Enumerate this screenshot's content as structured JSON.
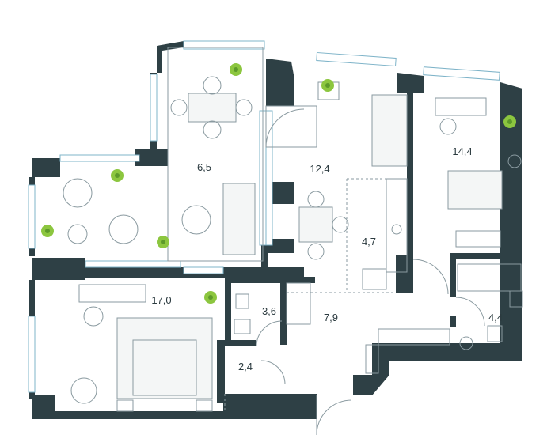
{
  "rooms": [
    {
      "id": "terrace",
      "area": "6,5"
    },
    {
      "id": "living",
      "area": "12,4"
    },
    {
      "id": "bedroom-right",
      "area": "14,4"
    },
    {
      "id": "kitchen",
      "area": "4,7"
    },
    {
      "id": "bedroom-main",
      "area": "17,0"
    },
    {
      "id": "bath-small",
      "area": "3,6"
    },
    {
      "id": "hall",
      "area": "7,9"
    },
    {
      "id": "bath-right",
      "area": "4,4"
    },
    {
      "id": "corridor",
      "area": "2,4"
    }
  ],
  "colors": {
    "wall": "#2e4045",
    "window": "#7fb4c9",
    "furniture": "#8a9aa0",
    "plant": "#8cc63f",
    "label": "#2b3a3f"
  }
}
